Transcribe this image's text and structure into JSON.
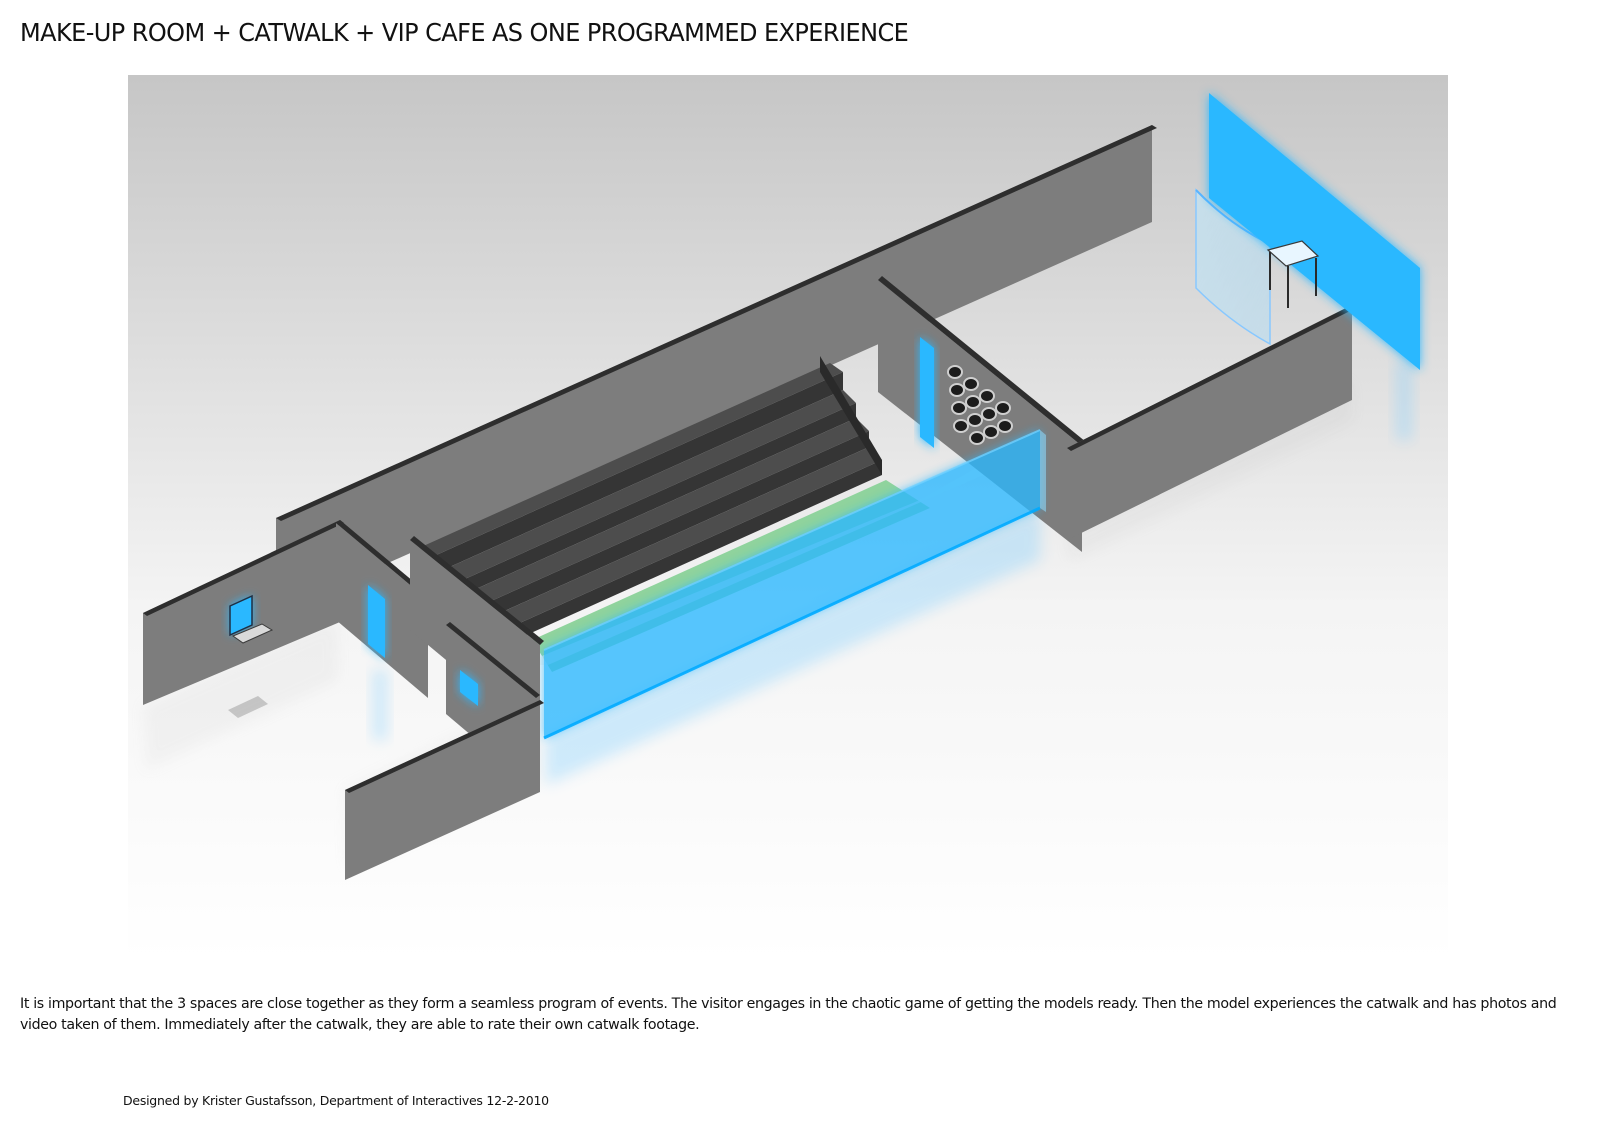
{
  "page": {
    "title": "MAKE-UP ROOM + CATWALK + VIP CAFE AS ONE PROGRAMMED EXPERIENCE",
    "description": "It is important that the 3 spaces are close together as they form a seamless program of events. The visitor engages in the chaotic game of getting the models ready. Then the model experiences the catwalk and has photos and video taken of them. Immediately after the catwalk, they are able to rate their own catwalk footage.",
    "credit": "Designed by Krister Gustafsson, Department of Interactives 12-2-2010"
  },
  "colors": {
    "wall_front": "#7d7d7d",
    "wall_top": "#2e2e2e",
    "glow_blue": "#29b8ff",
    "green_strip": "#8fd39d",
    "seating": "#3e3e3e",
    "floor_top": "#c6c6c6",
    "floor_bottom": "#ffffff"
  }
}
